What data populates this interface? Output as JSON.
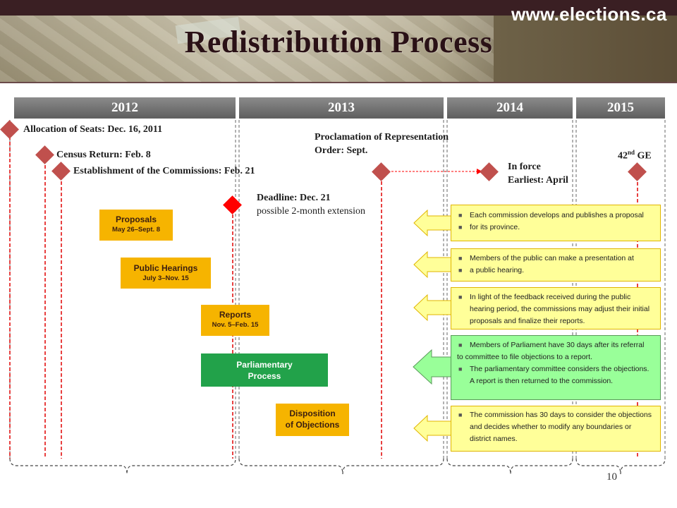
{
  "header": {
    "url": "www.elections.ca",
    "title": "Redistribution Process"
  },
  "years": [
    "2012",
    "2013",
    "2014",
    "2015"
  ],
  "milestones": {
    "allocation": "Allocation of Seats: Dec. 16, 2011",
    "census": "Census Return: Feb. 8",
    "establishment": "Establishment of the Commissions: Feb. 21",
    "deadline": "Deadline: Dec. 21",
    "deadline_note": "possible 2-month extension",
    "proclamation_1": "Proclamation of Representation",
    "proclamation_2": "Order: Sept.",
    "in_force_1": "In force",
    "in_force_2": "Earliest: April",
    "ge_number": "42",
    "ge_suffix": "nd",
    "ge_label": "GE"
  },
  "phases": {
    "proposals": {
      "title": "Proposals",
      "dates": "May 26–Sept. 8"
    },
    "hearings": {
      "title": "Public Hearings",
      "dates": "July 3–Nov. 15"
    },
    "reports": {
      "title": "Reports",
      "dates": "Nov. 5–Feb. 15"
    },
    "parliamentary_1": "Parliamentary",
    "parliamentary_2": "Process",
    "disposition_1": "Disposition",
    "disposition_2": "of Objections"
  },
  "info": {
    "proposals": [
      "Each commission develops and publishes a proposal",
      "for its province."
    ],
    "hearings": [
      "Members of the public can make a presentation at",
      "a public hearing."
    ],
    "reports": [
      "In light of the feedback received during the public",
      "hearing period, the commissions may adjust their initial",
      "proposals and finalize their reports."
    ],
    "parliament": [
      "Members of Parliament have 30 days after its referral",
      "to committee to file objections to a report.",
      "The parliamentary committee considers the objections.",
      "A report is then returned to the commission."
    ],
    "disposition": [
      "The commission has 30 days to consider the objections",
      "and decides whether to modify any boundaries or",
      "district names."
    ]
  },
  "colors": {
    "diamond": "#c0504d",
    "diamond_red": "#ff0000",
    "phase_orange": "#f6b400",
    "phase_green": "#22a24a",
    "info_yellow": "#ffff99",
    "info_green": "#99ff99",
    "year_bar": "#6e6e6e"
  },
  "icons": {
    "milestone": "diamond-icon",
    "pointer": "left-arrow-icon"
  },
  "page_number": "10"
}
